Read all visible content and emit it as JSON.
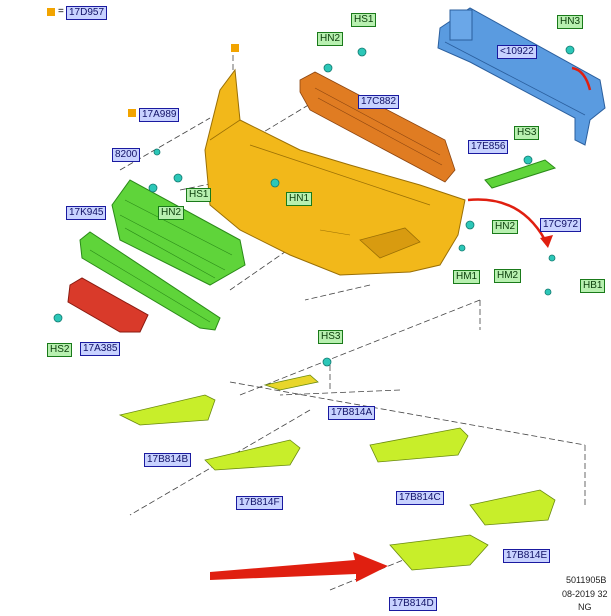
{
  "legend": {
    "prefix": "=",
    "code": "17D957",
    "color": "#f2a400"
  },
  "labels": {
    "hs1_top": "HS1",
    "hn2_top": "HN2",
    "hn3": "HN3",
    "reinf": "<10922",
    "absorber": "17C882",
    "bracket_a": "17A989",
    "grille_upper": "8200",
    "hs1_mid": "HS1",
    "hn2_mid": "HN2",
    "hn1": "HN1",
    "hs3_right": "HS3",
    "strip_right": "17E856",
    "hn2_right": "HN2",
    "bracket_c": "17C972",
    "grille_lower": "17K945",
    "hm1": "HM1",
    "hm2": "HM2",
    "hb1": "HB1",
    "hs2": "HS2",
    "panel": "17A385",
    "hs3_lower": "HS3",
    "insert_a": "17B814A",
    "insert_b": "17B814B",
    "insert_c": "17B814C",
    "insert_e": "17B814E",
    "insert_f": "17B814F",
    "insert_d": "17B814D"
  },
  "footer": {
    "doc_number": "5011905B",
    "date_code": "08-2019 32",
    "region": "NG"
  },
  "colors": {
    "bumper": "#f2b81a",
    "absorber": "#e07c22",
    "reinforcement": "#5a9be0",
    "grille": "#5fd43a",
    "insert": "#c8ee2a",
    "panel": "#d93a2a",
    "fastener": "#2cc7b8",
    "arrow": "#e01f10"
  }
}
